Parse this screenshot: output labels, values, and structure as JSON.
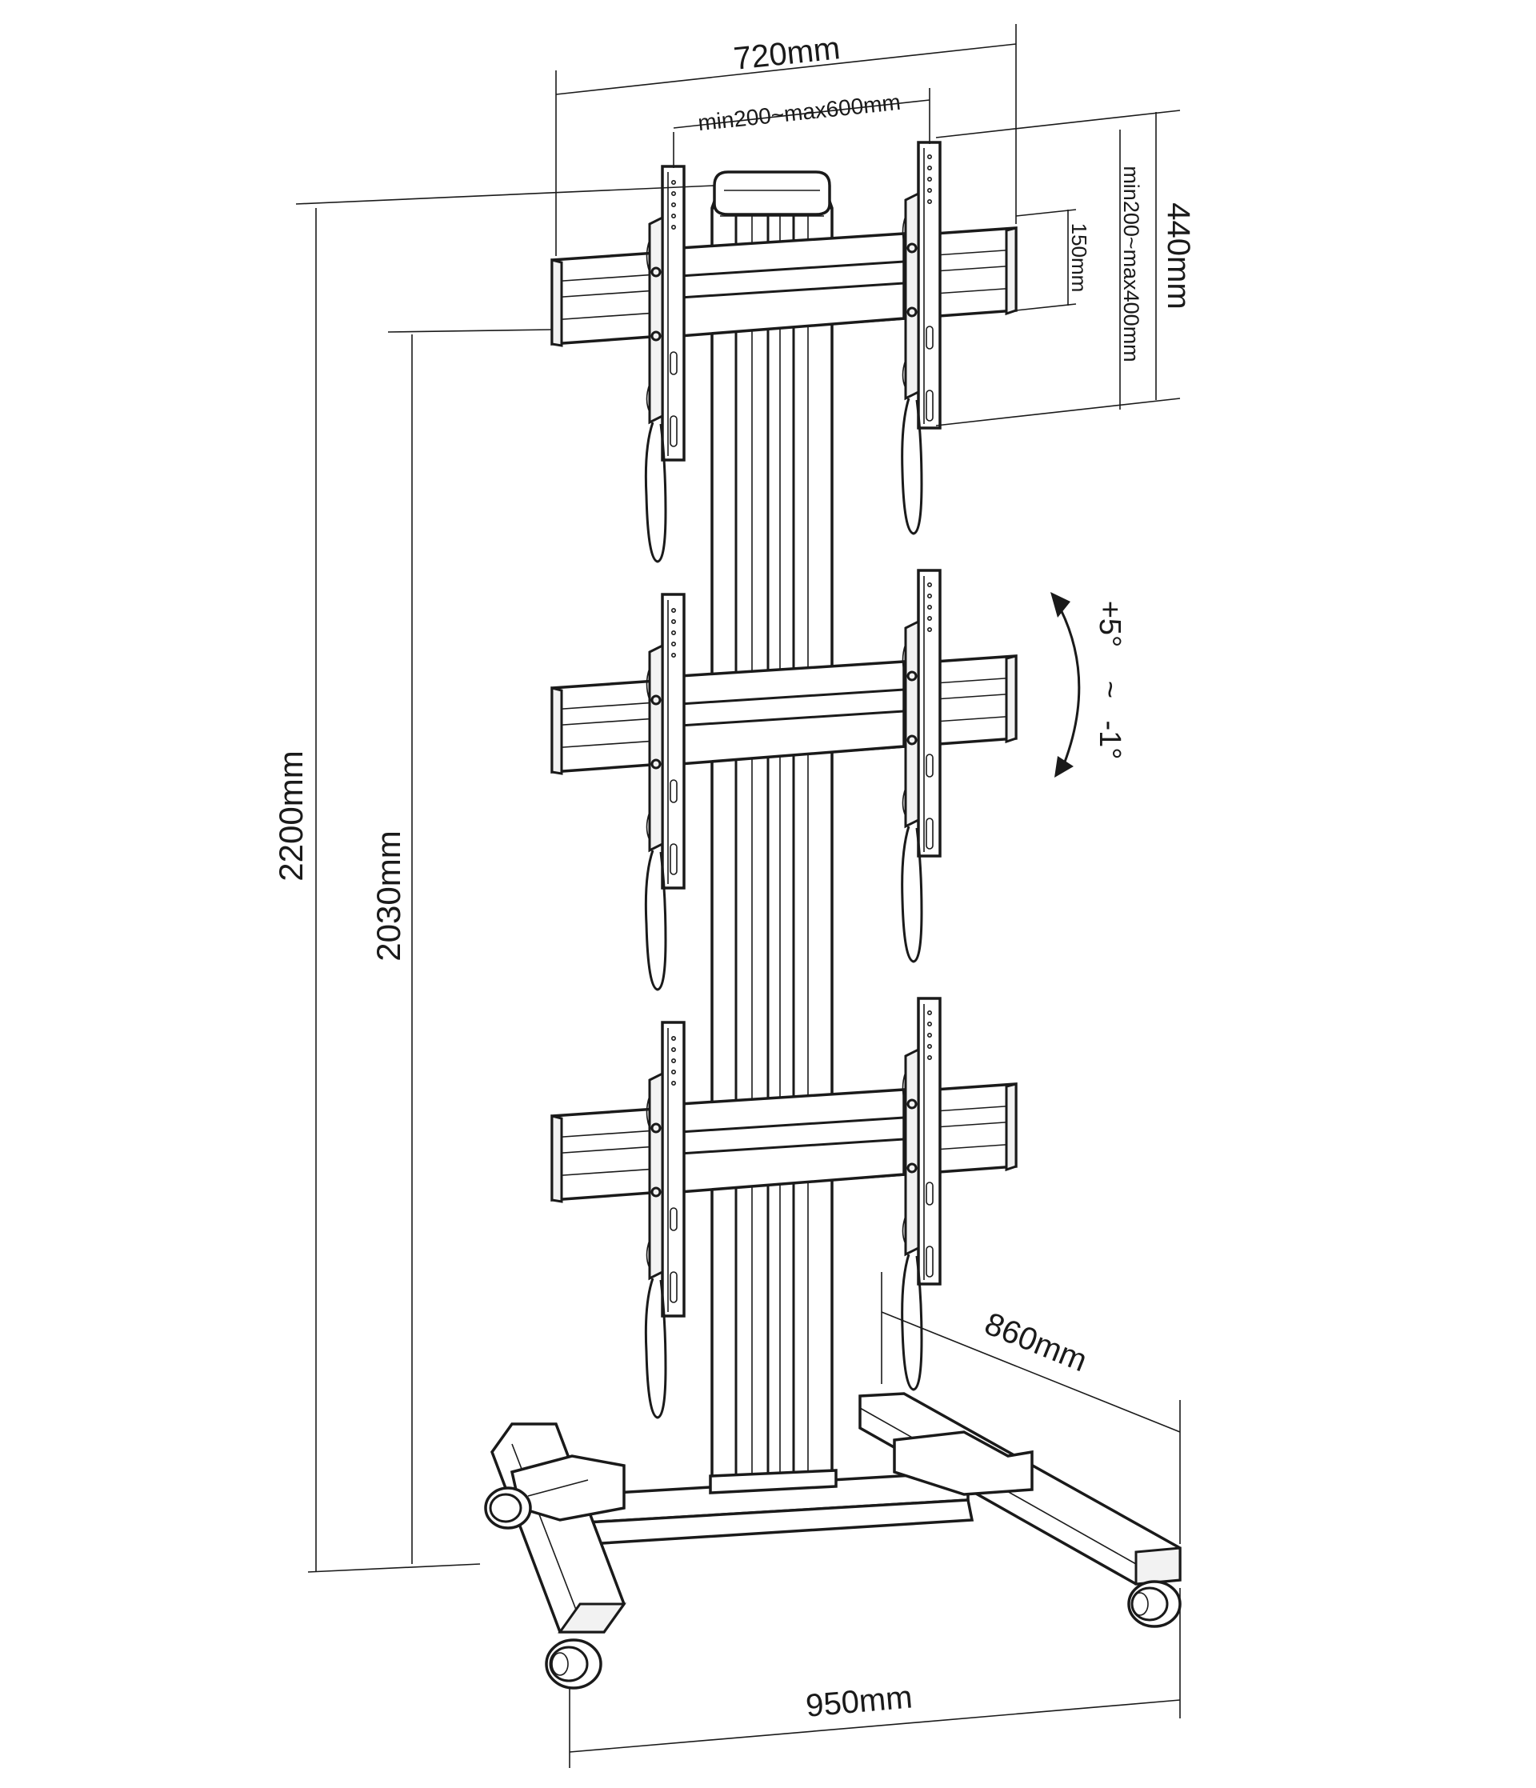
{
  "dimensions": {
    "overall_bracket_width": "720mm",
    "vesa_width_range": "min200~max600mm",
    "bracket_height": "440mm",
    "vesa_height_range": "min200~max400mm",
    "rail_height": "150mm",
    "total_height": "2200mm",
    "top_rail_height": "2030mm",
    "base_depth": "860mm",
    "base_width": "950mm"
  },
  "tilt": {
    "label_up": "+5°",
    "separator": "~",
    "label_down": "-1°"
  },
  "colors": {
    "line": "#1a1a1a",
    "background": "#ffffff"
  }
}
